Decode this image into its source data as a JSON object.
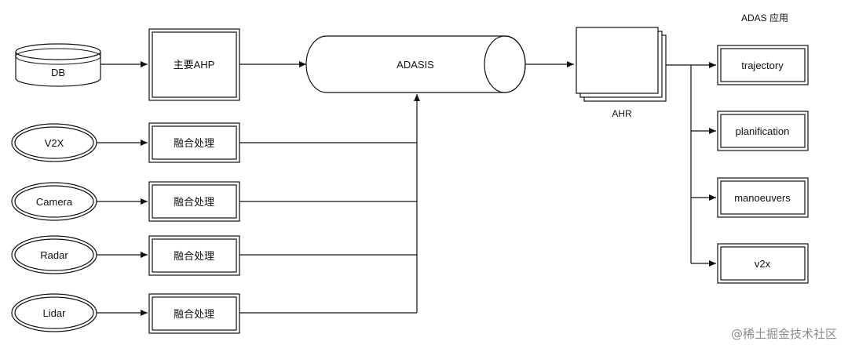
{
  "sources": {
    "db": "DB",
    "v2x": "V2X",
    "camera": "Camera",
    "radar": "Radar",
    "lidar": "Lidar"
  },
  "processors": {
    "main": "主要AHP",
    "fusion": "融合处理"
  },
  "bus": "ADASIS",
  "ahr": "AHR",
  "apps": {
    "title": "ADAS 应用",
    "items": [
      "trajectory",
      "planification",
      "manoeuvers",
      "v2x"
    ]
  },
  "watermark": "@稀土掘金技术社区"
}
